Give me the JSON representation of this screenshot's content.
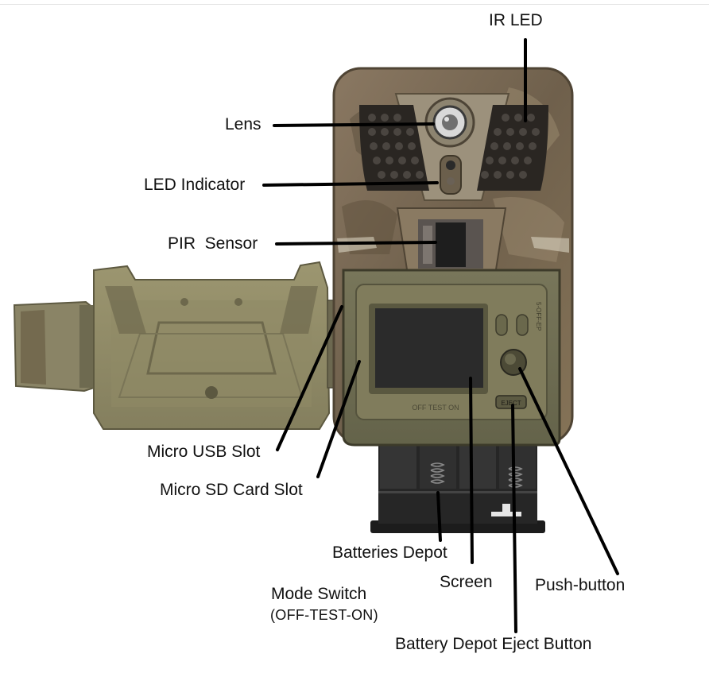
{
  "labels": {
    "ir_led": "IR LED",
    "lens": "Lens",
    "led_indicator": "LED Indicator",
    "pir_sensor": "PIR  Sensor",
    "micro_usb_slot": "Micro USB Slot",
    "micro_sd_card_slot": "Micro SD Card Slot",
    "batteries_depot": "Batteries Depot",
    "screen": "Screen",
    "push_button": "Push-button",
    "mode_switch": "Mode Switch",
    "mode_switch_positions": "(OFF-TEST-ON)",
    "battery_depot_eject_button": "Battery Depot Eject Button"
  },
  "device_markings": {
    "switch_text": "OFF TEST ON",
    "eject_text": "EJECT",
    "side_text": "5-OFF-EP"
  },
  "colors": {
    "camo_body": "#7d6c55",
    "front_panel": "#706e4b",
    "bezel": "#6c6a4a",
    "cover": "#948e66",
    "screen": "#2b2b2b",
    "leader_line": "#000000"
  }
}
